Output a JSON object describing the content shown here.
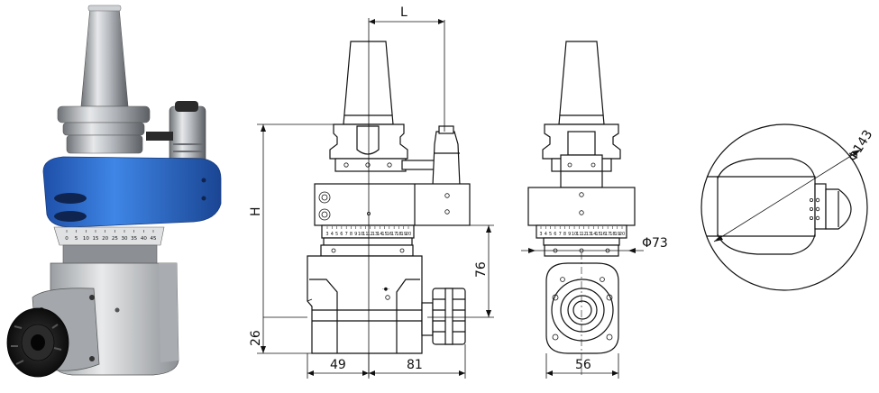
{
  "dimensions": {
    "L": "L",
    "H": "H",
    "d76": "76",
    "d26": "26",
    "d49": "49",
    "d81": "81",
    "d56": "56",
    "phi73": "Φ73",
    "phi143": "Φ143"
  },
  "scale_ticks": [
    "3",
    "4",
    "5",
    "6",
    "7",
    "8",
    "9",
    "10",
    "11",
    "12",
    "13",
    "14",
    "15",
    "16",
    "17",
    "18",
    "19",
    "20"
  ],
  "photo_scale_ticks": [
    "0",
    "5",
    "10",
    "15",
    "20",
    "25",
    "30",
    "35",
    "40",
    "45"
  ],
  "colors": {
    "housing_blue": "#2f6fd0",
    "steel": "#b8bcc2",
    "dark": "#1a1a1a"
  }
}
